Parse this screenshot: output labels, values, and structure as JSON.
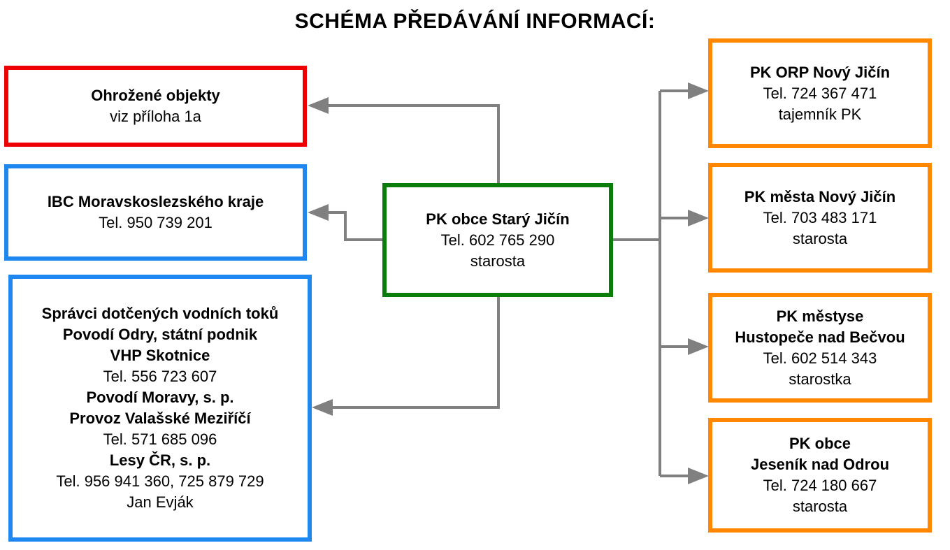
{
  "title": "SCHÉMA PŘEDÁVÁNÍ INFORMACÍ:",
  "center": {
    "name": "PK obce Starý Jičín",
    "tel": "Tel. 602 765 290",
    "role": "starosta"
  },
  "threatened": {
    "name": "Ohrožené objekty",
    "note": "viz příloha 1a"
  },
  "ibc": {
    "name": "IBC Moravskoslezského kraje",
    "tel": "Tel. 950 739 201"
  },
  "rivers": {
    "heading": "Správci dotčených vodních toků",
    "org1": "Povodí Odry, státní podnik",
    "org1_unit": "VHP Skotnice",
    "org1_tel": "Tel. 556 723 607",
    "org2": "Povodí Moravy, s. p.",
    "org2_unit": "Provoz Valašské Meziříčí",
    "org2_tel": "Tel. 571 685 096",
    "org3": "Lesy ČR, s. p.",
    "org3_tel": "Tel. 956 941 360, 725 879 729",
    "org3_person": "Jan Evják"
  },
  "orp": {
    "name": "PK ORP Nový Jičín",
    "tel": "Tel. 724 367 471",
    "role": "tajemník PK"
  },
  "city": {
    "name": "PK města Nový Jičín",
    "tel": "Tel. 703 483 171",
    "role": "starosta"
  },
  "hustopece": {
    "name1": "PK městyse",
    "name2": "Hustopeče nad Bečvou",
    "tel": "Tel. 602 514 343",
    "role": "starostka"
  },
  "jesenik": {
    "name1": "PK obce",
    "name2": "Jeseník nad Odrou",
    "tel": "Tel. 724 180 667",
    "role": "starosta"
  },
  "colors": {
    "threatened_border": "#ee0000",
    "regional_border": "#1e88f0",
    "center_border": "#0a7d0a",
    "municipal_border": "#ff8800",
    "connector": "#808080"
  }
}
